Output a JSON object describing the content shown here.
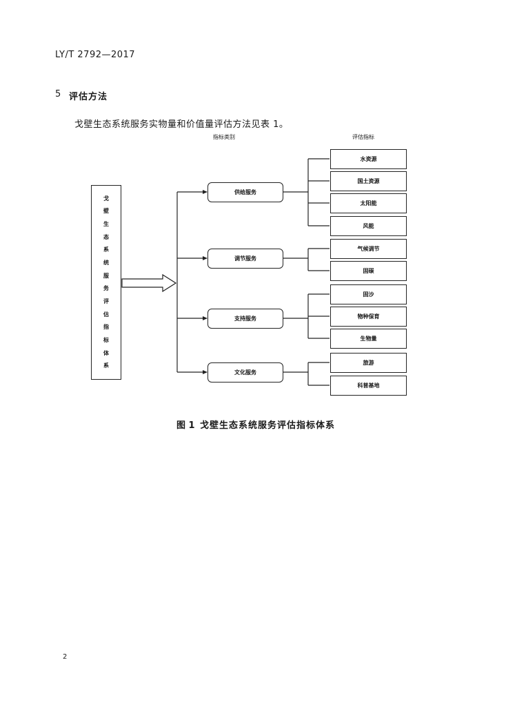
{
  "header": {
    "standard_code": "LY/T 2792—2017"
  },
  "section": {
    "number": "5",
    "title": "评估方法"
  },
  "paragraph": "戈壁生态系统服务实物量和价值量评估方法见表 1。",
  "figure": {
    "column_headers": {
      "category": "指标类别",
      "indicator": "评估指标"
    },
    "root": [
      "戈",
      "壁",
      "生",
      "态",
      "系",
      "统",
      "服",
      "务",
      "评",
      "估",
      "指",
      "标",
      "体",
      "系"
    ],
    "categories": [
      {
        "label": "供给服务",
        "indicators": [
          "水资源",
          "国土资源",
          "太阳能",
          "风能"
        ]
      },
      {
        "label": "调节服务",
        "indicators": [
          "气候调节",
          "固碳"
        ]
      },
      {
        "label": "支持服务",
        "indicators": [
          "固沙",
          "物种保育",
          "生物量"
        ]
      },
      {
        "label": "文化服务",
        "indicators": [
          "旅游",
          "科普基地"
        ]
      }
    ],
    "caption_number": "图 1",
    "caption_text": "戈壁生态系统服务评估指标体系"
  },
  "page_number": "2"
}
